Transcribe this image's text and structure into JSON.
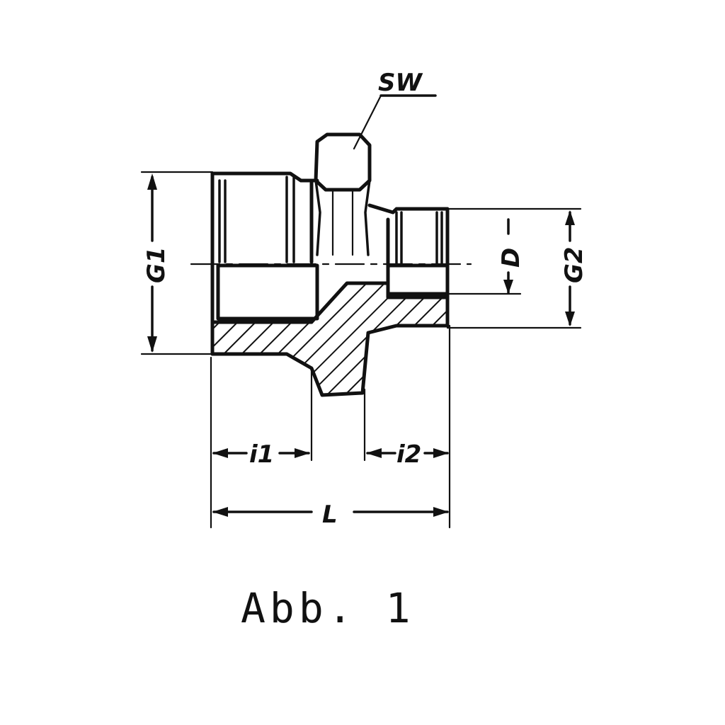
{
  "figure": {
    "caption": "Abb. 1",
    "labels": {
      "sw": "SW",
      "g1": "G1",
      "g2": "G2",
      "d": "D",
      "i1": "i1",
      "i2": "i2",
      "l": "L"
    }
  }
}
